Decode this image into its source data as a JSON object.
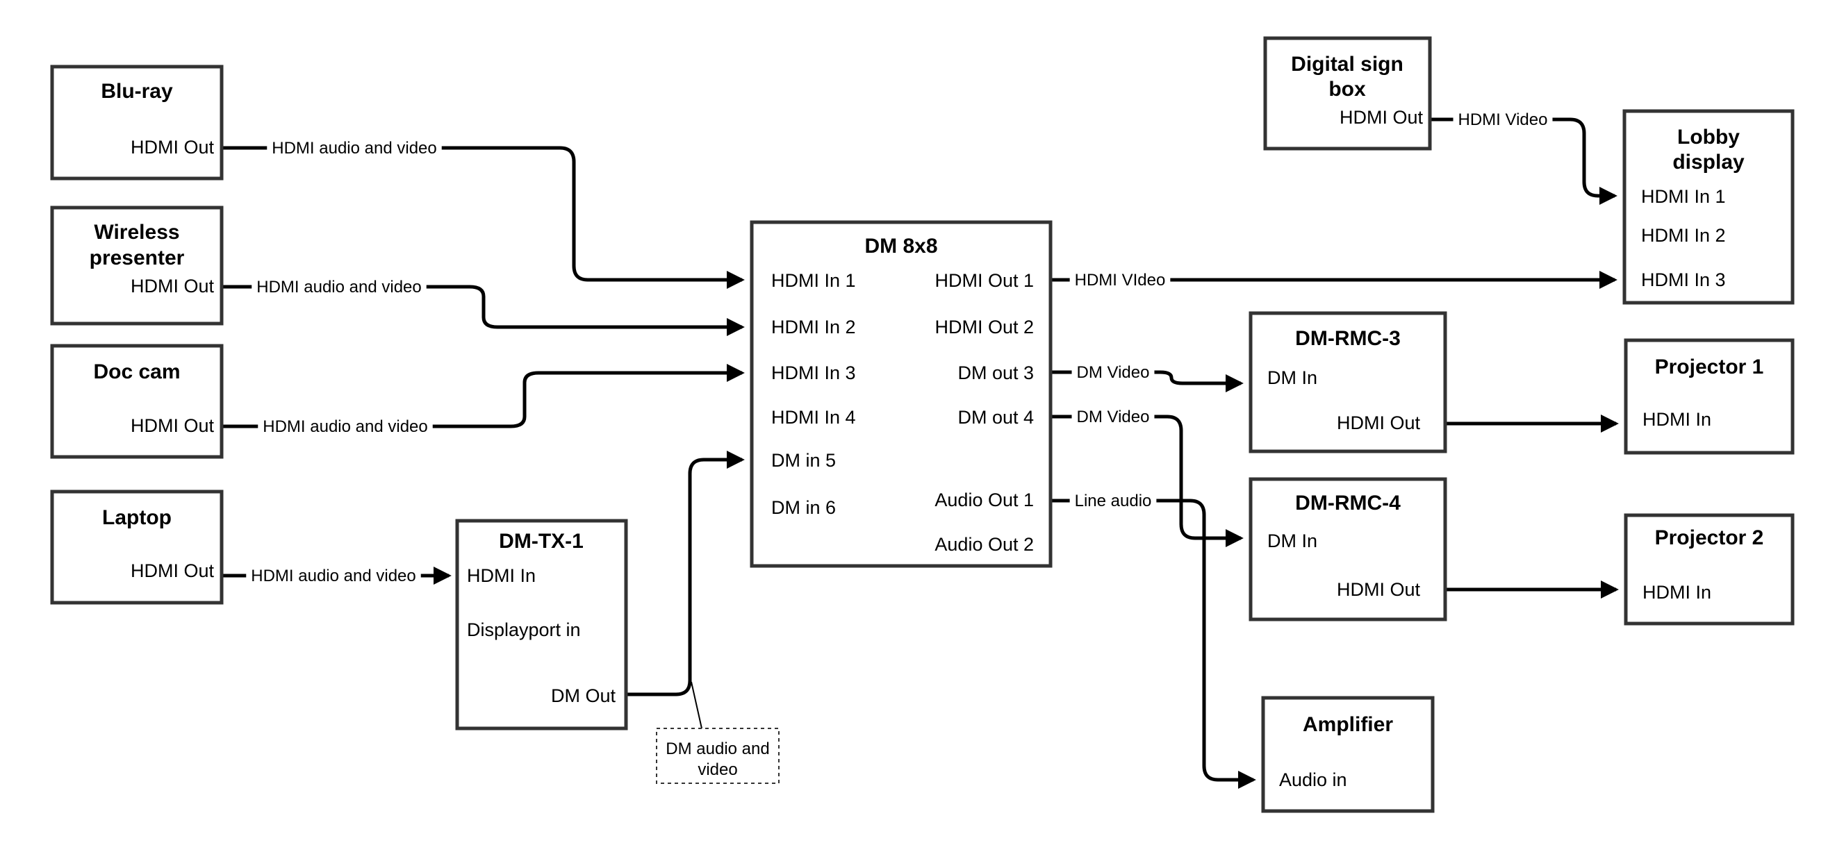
{
  "colors": {
    "background": "#ffffff",
    "box_stroke": "#333333",
    "wire": "#000000",
    "text": "#000000"
  },
  "nodes": {
    "bluray": {
      "title": "Blu-ray",
      "port_hdmi_out": "HDMI Out"
    },
    "wireless_presenter": {
      "title_line1": "Wireless",
      "title_line2": "presenter",
      "port_hdmi_out": "HDMI Out"
    },
    "doc_cam": {
      "title": "Doc cam",
      "port_hdmi_out": "HDMI Out"
    },
    "laptop": {
      "title": "Laptop",
      "port_hdmi_out": "HDMI Out"
    },
    "dm_tx_1": {
      "title": "DM-TX-1",
      "port_hdmi_in": "HDMI In",
      "port_displayport_in": "Displayport in",
      "port_dm_out": "DM Out"
    },
    "dm_8x8": {
      "title": "DM 8x8",
      "left_ports": [
        "HDMI In 1",
        "HDMI In 2",
        "HDMI In 3",
        "HDMI In 4",
        "DM in 5",
        "DM in 6"
      ],
      "right_ports": [
        "HDMI Out 1",
        "HDMI Out 2",
        "DM out 3",
        "DM out 4",
        "Audio Out 1",
        "Audio Out 2"
      ]
    },
    "digital_sign_box": {
      "title_line1": "Digital sign",
      "title_line2": "box",
      "port_hdmi_out": "HDMI Out"
    },
    "lobby_display": {
      "title_line1": "Lobby",
      "title_line2": "display",
      "ports": [
        "HDMI In 1",
        "HDMI In 2",
        "HDMI In 3"
      ]
    },
    "dm_rmc_3": {
      "title": "DM-RMC-3",
      "port_dm_in": "DM In",
      "port_hdmi_out": "HDMI Out"
    },
    "dm_rmc_4": {
      "title": "DM-RMC-4",
      "port_dm_in": "DM In",
      "port_hdmi_out": "HDMI Out"
    },
    "projector_1": {
      "title": "Projector 1",
      "port_hdmi_in": "HDMI In"
    },
    "projector_2": {
      "title": "Projector 2",
      "port_hdmi_in": "HDMI In"
    },
    "amplifier": {
      "title": "Amplifier",
      "port_audio_in": "Audio in"
    }
  },
  "wire_labels": {
    "bluray_to_dm8x8": "HDMI audio and video",
    "wireless_to_dm8x8": "HDMI audio and video",
    "doccam_to_dm8x8": "HDMI audio and video",
    "laptop_to_dmtx1": "HDMI audio and video",
    "hdmiout1_to_lobby": "HDMI VIdeo",
    "dmout3_to_rmc3": "DM Video",
    "dmout4_to_rmc4": "DM Video",
    "audioout1_to_amp": "Line audio",
    "digisign_to_lobby": "HDMI Video"
  },
  "note": {
    "line1": "DM audio and",
    "line2": "video"
  }
}
